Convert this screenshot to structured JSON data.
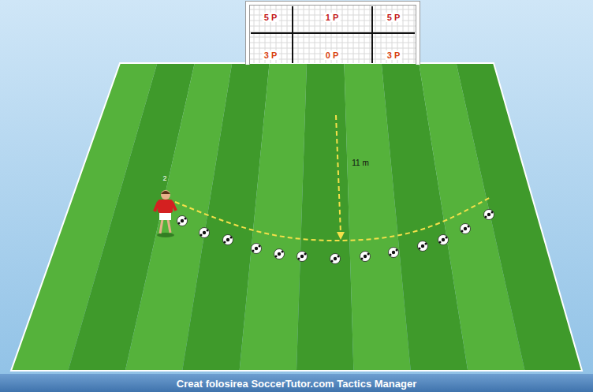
{
  "diagram": {
    "labels": [
      "5 P",
      "1 P",
      "5 P",
      "3 P",
      "0 P",
      "3 P",
      "11 m",
      "2",
      "Creat folosirea SoccerTutor.com Tactics Manager"
    ]
  }
}
